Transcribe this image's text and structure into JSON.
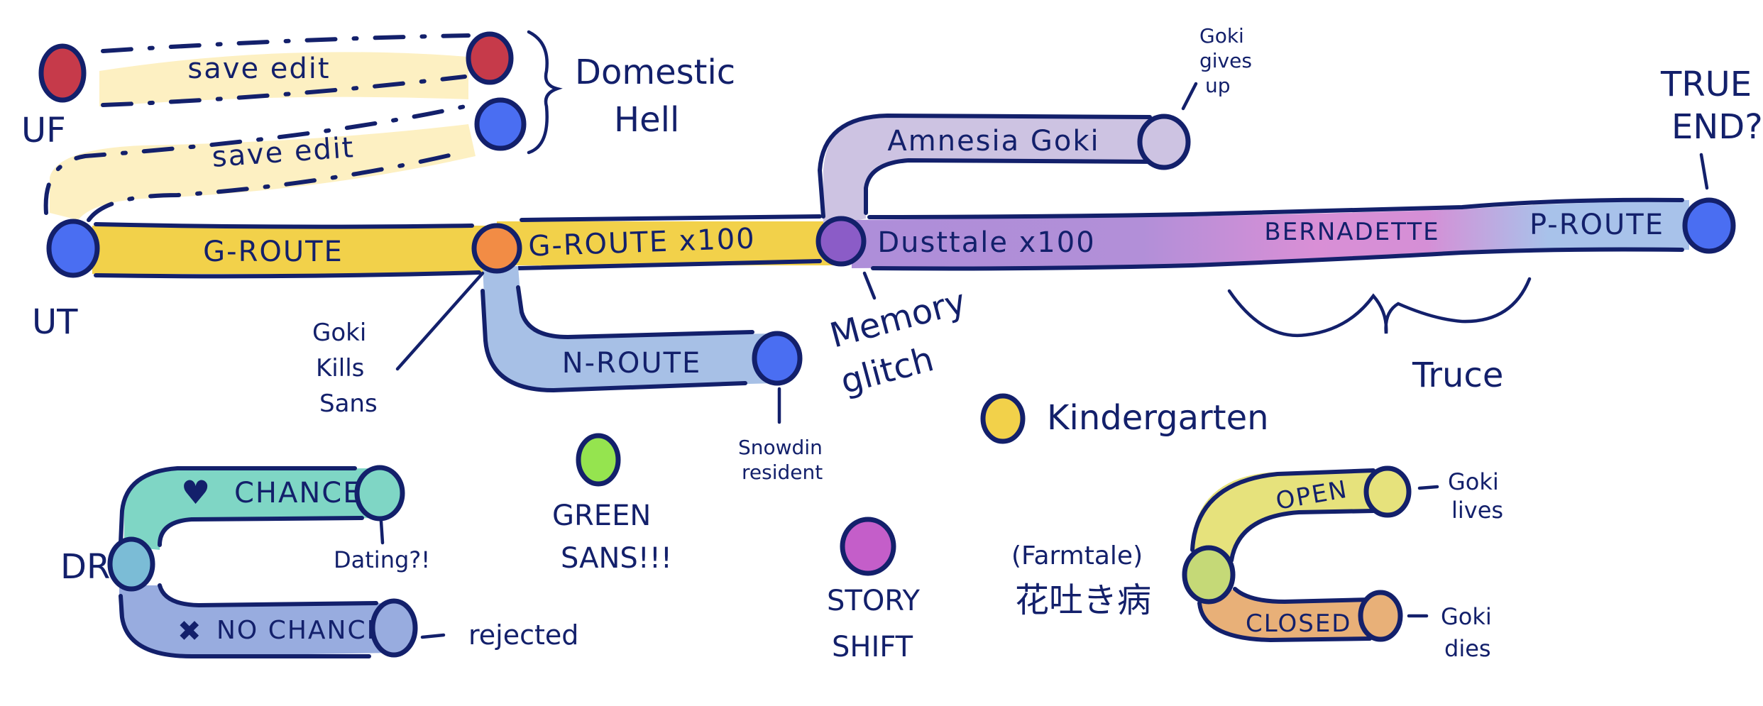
{
  "title": "Route map",
  "colors": {
    "ink": "#13206b",
    "g_route": "#f2d14a",
    "save_edit": "#fdf0c2",
    "n_route": "#a7c0e6",
    "amnesia": "#cdc3e2",
    "dusttale": "#ae8ed9",
    "bernadette": "#d98fd6",
    "p_route": "#a8c2ea",
    "chance": "#7fd6c5",
    "no_chance": "#98acdf",
    "open": "#e6e27c",
    "closed": "#e8b078",
    "node_blue": "#4a6ef2",
    "node_red": "#c63a4a",
    "node_orange": "#f28c45",
    "node_purple": "#8b5cc7",
    "node_green": "#95e44f",
    "node_yellow": "#f2d14a",
    "node_magenta": "#c45ec9",
    "node_teal": "#7bbcd6",
    "node_lime": "#c5d977"
  },
  "tracks": {
    "save_edit_top": "save edit",
    "save_edit_bottom": "save edit",
    "g_route": "G-ROUTE",
    "g_route_x100": "G-ROUTE x100",
    "n_route": "N-ROUTE",
    "amnesia": "Amnesia Goki",
    "dusttale": "Dusttale x100",
    "bernadette": "BERNADETTE",
    "p_route": "P-ROUTE",
    "chance": "CHANCE",
    "no_chance": "NO CHANCE",
    "open": "OPEN",
    "closed": "CLOSED"
  },
  "nodes": {
    "uf": "UF",
    "ut": "UT",
    "dr": "DR",
    "domestic_hell": [
      "Domestic",
      "Hell"
    ],
    "goki_kills_sans": [
      "Goki",
      "Kills",
      "Sans"
    ],
    "memory_glitch": [
      "Memory",
      "glitch"
    ],
    "goki_gives_up": [
      "Goki",
      "gives",
      "up"
    ],
    "true_end": [
      "TRUE",
      "END?"
    ],
    "truce": "Truce",
    "snowdin_resident": [
      "Snowdin",
      "resident"
    ],
    "kindergarten": "Kindergarten",
    "green_sans": [
      "GREEN",
      "SANS!!!"
    ],
    "story_shift": [
      "STORY",
      "SHIFT"
    ],
    "dating": "Dating?!",
    "rejected": "rejected",
    "farmtale": [
      "(Farmtale)",
      "花吐き病"
    ],
    "goki_lives": [
      "Goki",
      "lives"
    ],
    "goki_dies": [
      "Goki",
      "dies"
    ]
  },
  "icons": {
    "heart": "♥",
    "cross": "✖"
  }
}
